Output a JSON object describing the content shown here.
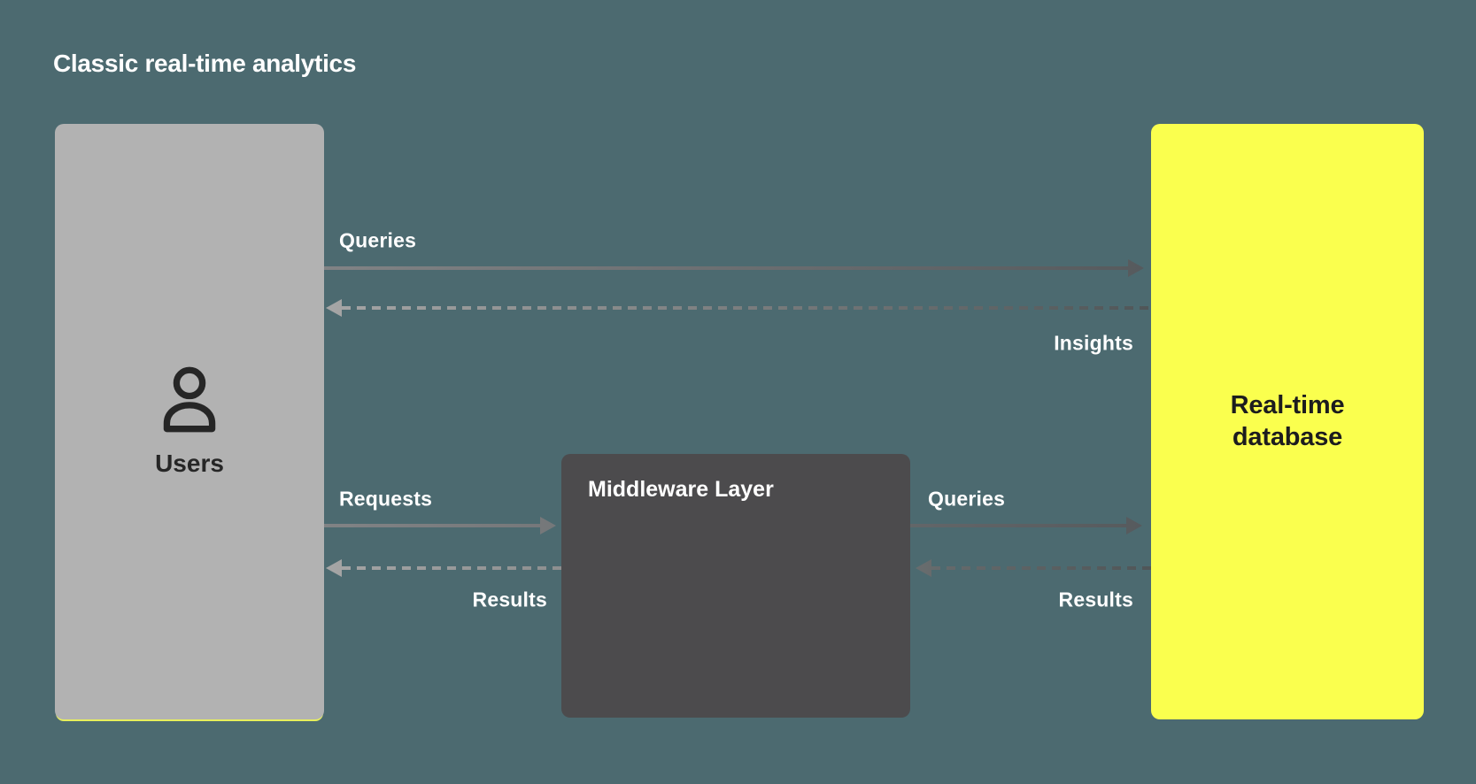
{
  "page": {
    "title": "Classic real-time analytics",
    "background_color": "#4c6a70"
  },
  "nodes": {
    "users": {
      "label": "Users",
      "fill": "#b2b2b2",
      "text_color": "#262626",
      "icon": "user-icon",
      "accent_underline_color": "#e7ef5c"
    },
    "middleware": {
      "label": "Middleware Layer",
      "fill": "#4c4b4d",
      "text_color": "#ffffff"
    },
    "database": {
      "label": "Real-time database",
      "fill": "#faff4e",
      "text_color": "#1c1c1e"
    }
  },
  "edges": [
    {
      "label": "Queries",
      "from": "users",
      "to": "database",
      "style": "solid"
    },
    {
      "label": "Insights",
      "from": "database",
      "to": "users",
      "style": "dashed"
    },
    {
      "label": "Requests",
      "from": "users",
      "to": "middleware",
      "style": "solid"
    },
    {
      "label": "Results",
      "from": "middleware",
      "to": "users",
      "style": "dashed"
    },
    {
      "label": "Queries",
      "from": "middleware",
      "to": "database",
      "style": "solid"
    },
    {
      "label": "Results",
      "from": "database",
      "to": "middleware",
      "style": "dashed"
    }
  ],
  "colors": {
    "solid_arrow_start": "#828486",
    "solid_arrow_end": "#55595c",
    "dashed_arrow_start": "#a8a8a8",
    "dashed_arrow_end": "#4e5456"
  }
}
